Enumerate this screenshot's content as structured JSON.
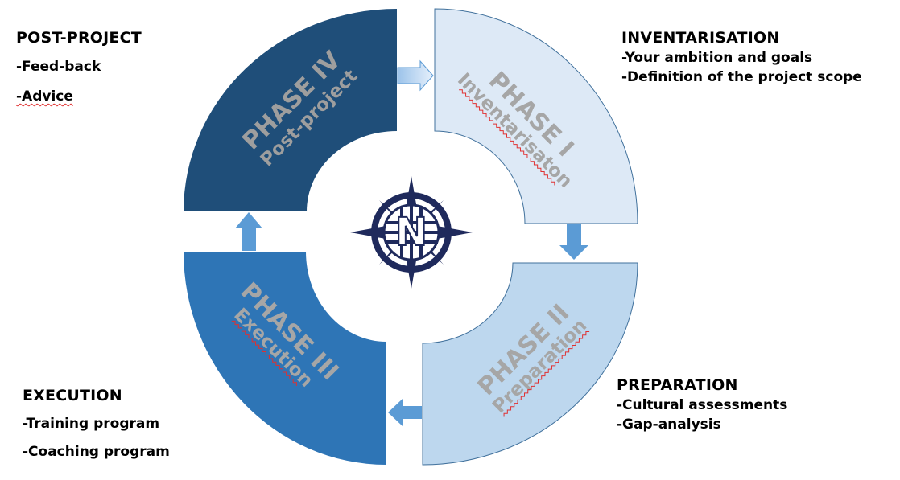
{
  "phases": [
    {
      "id": "phase-iv",
      "title": "PHASE IV",
      "subtitle": "Post-project",
      "fill": "#1f4e79",
      "text_color": "#9e9e9e"
    },
    {
      "id": "phase-i",
      "title": "PHASE I",
      "subtitle": "Inventarisaton",
      "fill": "#dde9f6",
      "text_color": "#a6a6a6"
    },
    {
      "id": "phase-ii",
      "title": "PHASE II",
      "subtitle": "Preparation",
      "fill": "#bdd7ee",
      "text_color": "#a6a6a6"
    },
    {
      "id": "phase-iii",
      "title": "PHASE III",
      "subtitle": "Execution",
      "fill": "#2e75b6",
      "text_color": "#a6a6a6"
    }
  ],
  "blocks": {
    "post_project": {
      "title": "POST-PROJECT",
      "items": [
        "-Feed-back",
        "-Advice"
      ]
    },
    "inventarisation": {
      "title": "INVENTARISATION",
      "items": [
        "-Your ambition and goals",
        "-Definition of the project scope"
      ]
    },
    "preparation": {
      "title": "PREPARATION",
      "items": [
        "-Cultural assessments",
        "-Gap-analysis"
      ]
    },
    "execution": {
      "title": "EXECUTION",
      "items": [
        "-Training program",
        "-Coaching program"
      ]
    }
  },
  "logo": {
    "icon": "compass-globe-logo",
    "letter": "N",
    "color": "#1f2a5c"
  },
  "colors": {
    "arrow": "#5b9bd5",
    "arrow_light": "#bcd6f0",
    "border_light": "#41719c"
  }
}
